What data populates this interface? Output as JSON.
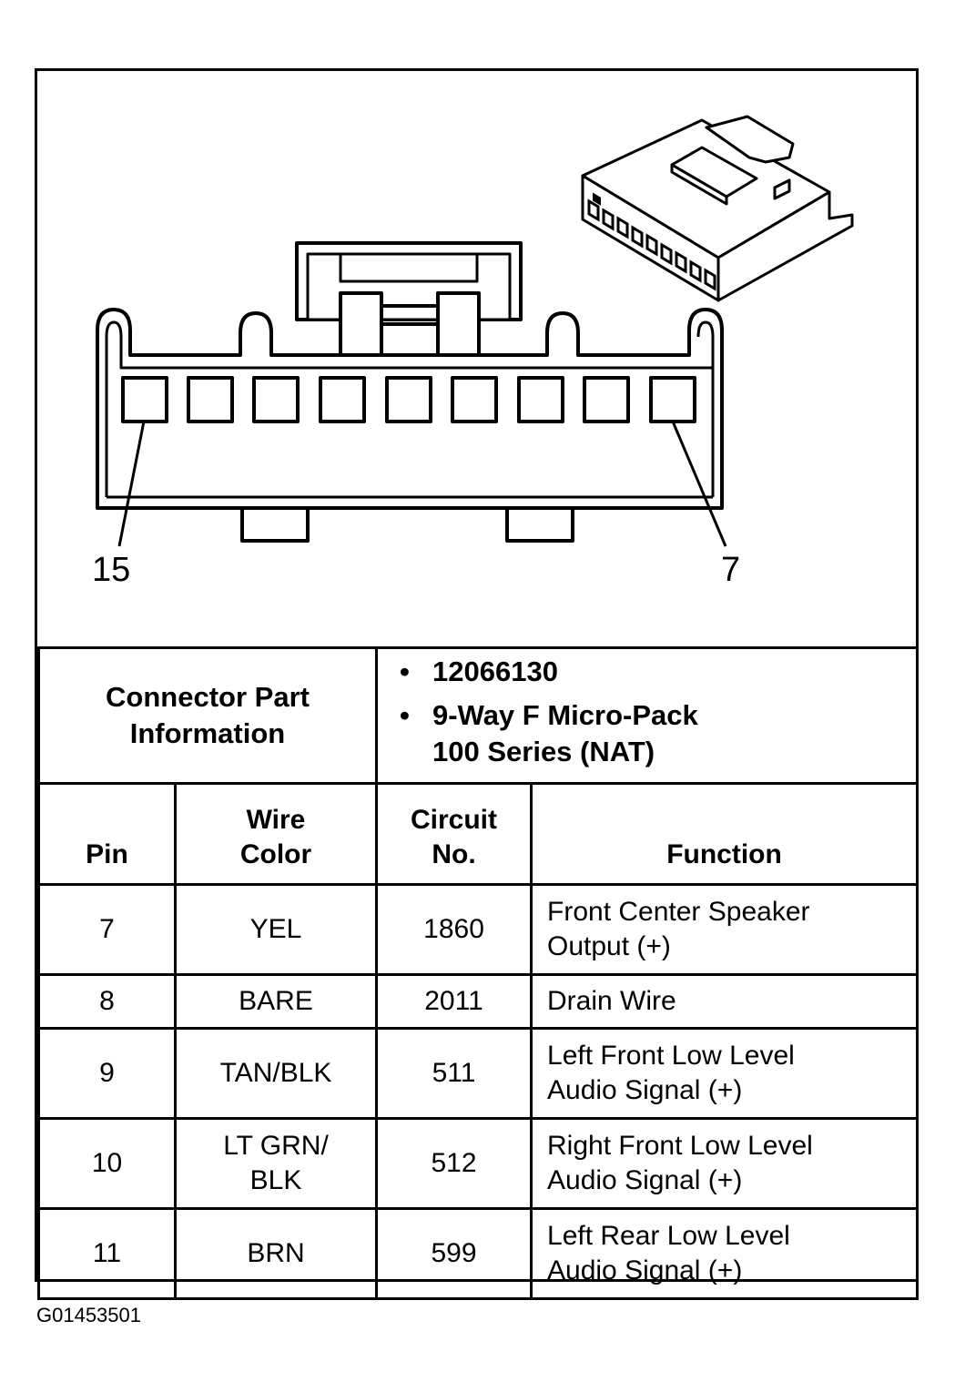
{
  "diagram": {
    "pin_labels": {
      "left": "15",
      "right": "7"
    }
  },
  "connector_info": {
    "label": [
      "Connector Part",
      "Information"
    ],
    "items": [
      {
        "lines": [
          "12066130"
        ]
      },
      {
        "lines": [
          "9-Way F Micro-Pack",
          "100 Series (NAT)"
        ]
      }
    ]
  },
  "table": {
    "headers": {
      "pin": [
        "Pin"
      ],
      "wire_color": [
        "Wire",
        "Color"
      ],
      "circuit": [
        "Circuit",
        "No."
      ],
      "function": [
        "Function"
      ]
    },
    "rows": [
      {
        "pin": "7",
        "color": [
          "YEL"
        ],
        "circuit": "1860",
        "function": [
          "Front Center Speaker",
          "Output (+)"
        ]
      },
      {
        "pin": "8",
        "color": [
          "BARE"
        ],
        "circuit": "2011",
        "function": [
          "Drain Wire"
        ]
      },
      {
        "pin": "9",
        "color": [
          "TAN/BLK"
        ],
        "circuit": "511",
        "function": [
          "Left Front Low Level",
          "Audio Signal (+)"
        ]
      },
      {
        "pin": "10",
        "color": [
          "LT GRN/",
          "BLK"
        ],
        "circuit": "512",
        "function": [
          "Right Front Low Level",
          "Audio Signal (+)"
        ]
      },
      {
        "pin": "11",
        "color": [
          "BRN"
        ],
        "circuit": "599",
        "function": [
          "Left Rear Low Level",
          "Audio Signal (+)"
        ]
      }
    ]
  },
  "figure_id": "G01453501"
}
